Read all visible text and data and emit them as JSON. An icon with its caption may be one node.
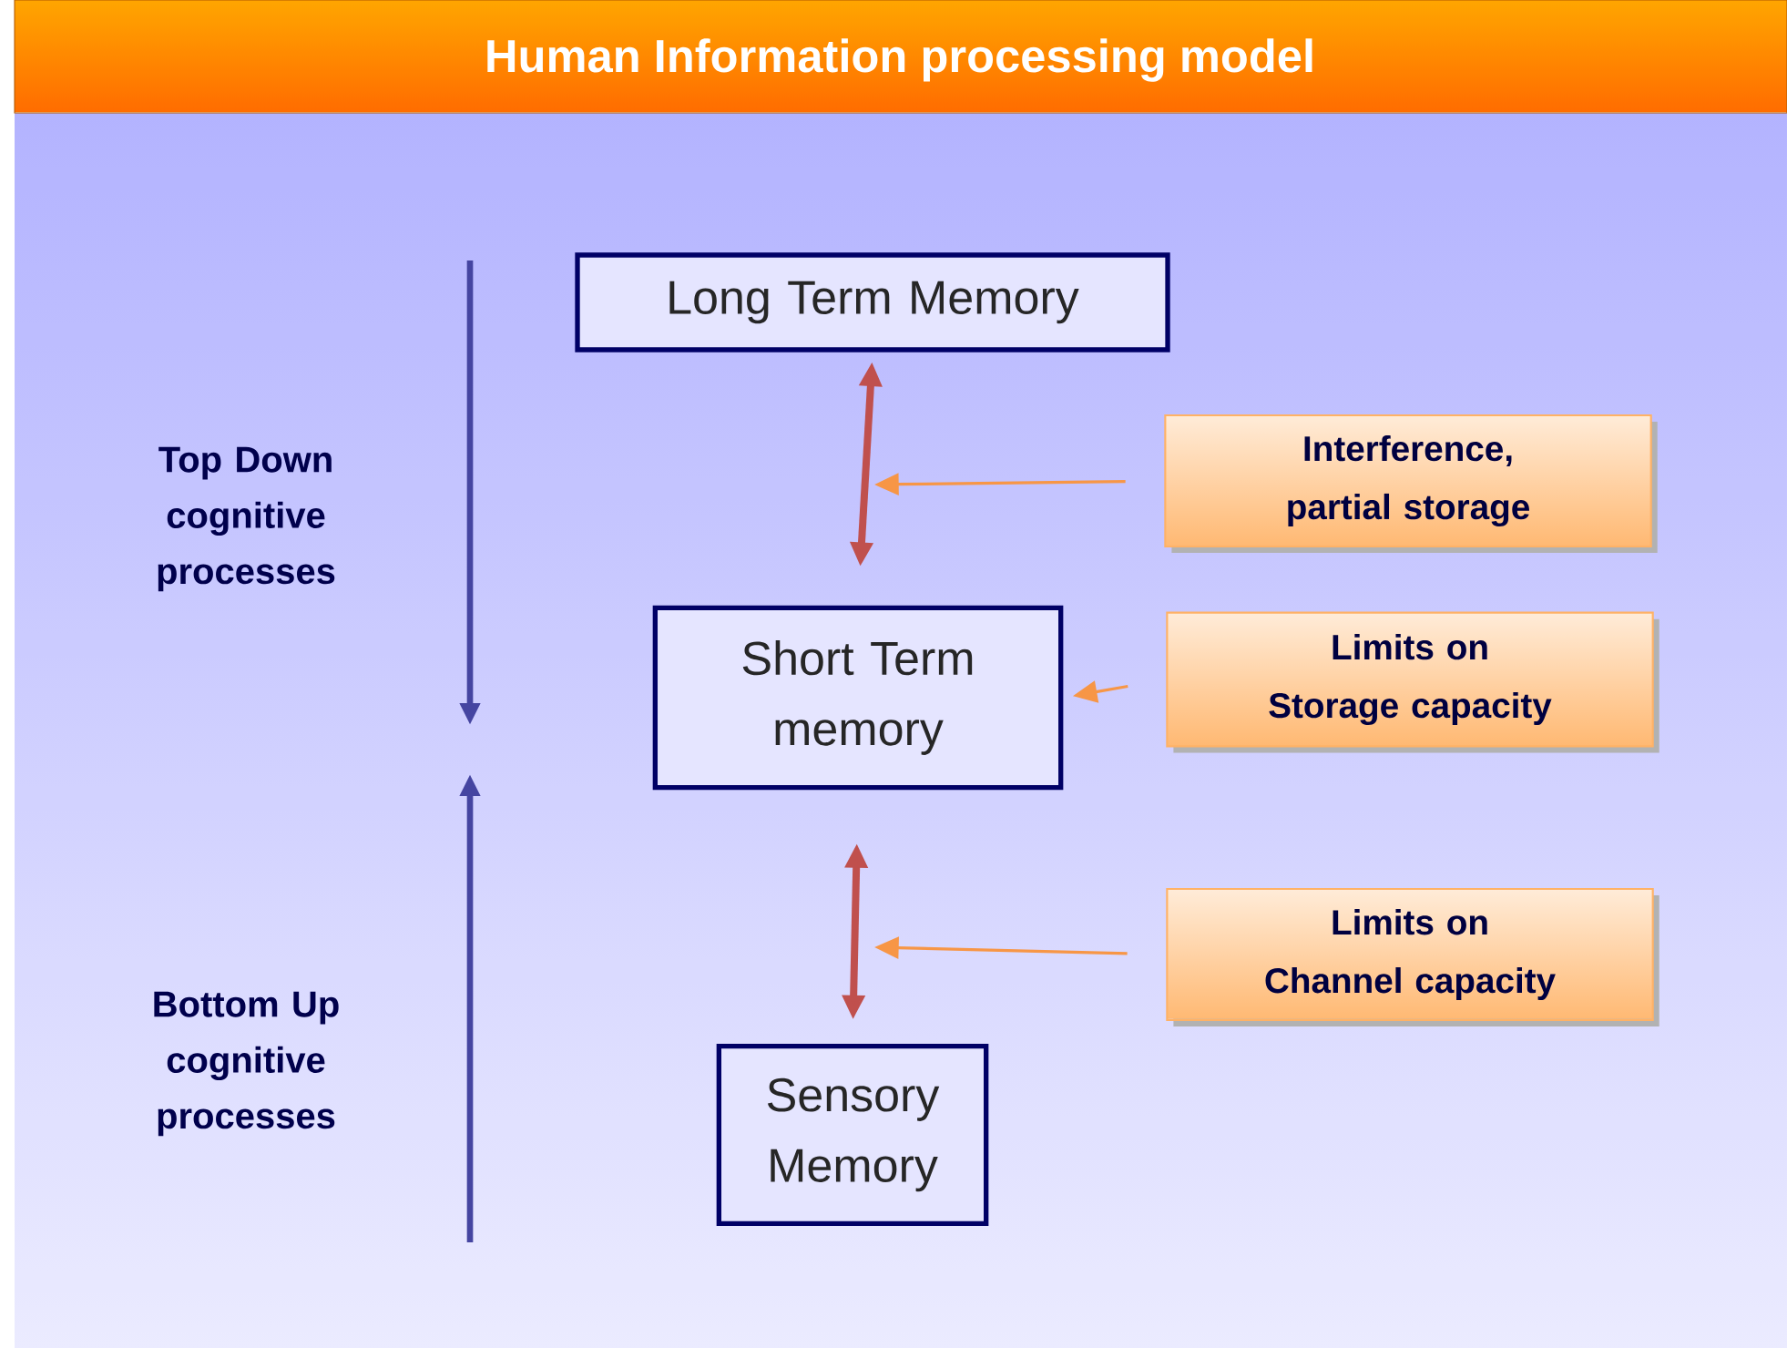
{
  "diagram": {
    "title": "Human Information processing model",
    "nodes": [
      {
        "text": [
          "Long Term Memory"
        ]
      },
      {
        "text": [
          "Interference, partial storage"
        ]
      },
      {
        "text": [
          "Short Term memory"
        ]
      },
      {
        "text": [
          "Limits on Storage capacity"
        ]
      },
      {
        "text": [
          "Limits on Channel capacity"
        ]
      },
      {
        "text": [
          "Sensory Memory"
        ]
      }
    ],
    "edges": [
      {
        "from": 0,
        "to": 2,
        "arrow": "both",
        "style": "thick",
        "color": "#c0504d"
      },
      {
        "from": 2,
        "to": 5,
        "arrow": "both",
        "style": "thick",
        "color": "#c0504d"
      },
      {
        "from": 1,
        "to": null,
        "arrow": "to"
      },
      {
        "from": 3,
        "to": 2,
        "arrow": "to"
      },
      {
        "from": 4,
        "to": null,
        "arrow": "to"
      }
    ],
    "labels": [
      "Top Down cognitive processes",
      "Bottom Up cognitive processes"
    ]
  }
}
